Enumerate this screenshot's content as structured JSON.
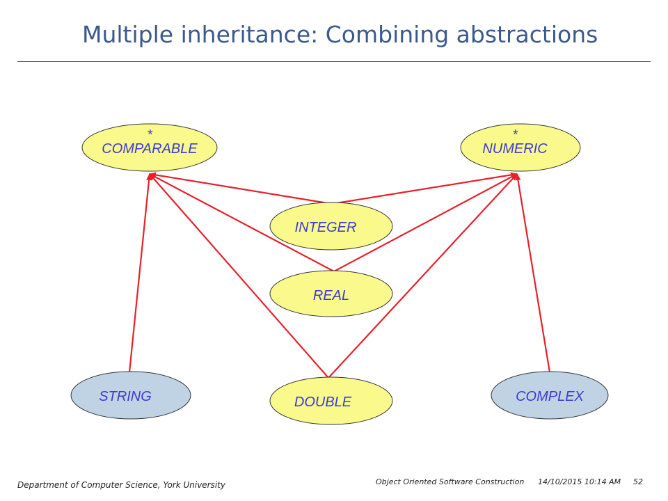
{
  "slide": {
    "title": "Multiple inheritance: Combining abstractions"
  },
  "colors": {
    "title": "#3a5a8c",
    "edge": "#e8202a",
    "label": "#3a3ad0",
    "yellow_fill": "#fafa8c",
    "blue_fill": "#c0d3e5",
    "outline": "#333333"
  },
  "diagram": {
    "nodes": [
      {
        "id": "comparable",
        "label": "COMPARABLE",
        "deferred_mark": "*",
        "fill": "yellow"
      },
      {
        "id": "numeric",
        "label": "NUMERIC",
        "deferred_mark": "*",
        "fill": "yellow"
      },
      {
        "id": "integer",
        "label": "INTEGER",
        "fill": "yellow"
      },
      {
        "id": "real",
        "label": "REAL",
        "fill": "yellow"
      },
      {
        "id": "string",
        "label": "STRING",
        "fill": "blue"
      },
      {
        "id": "double",
        "label": "DOUBLE",
        "fill": "yellow"
      },
      {
        "id": "complex",
        "label": "COMPLEX",
        "fill": "blue"
      }
    ],
    "edges": [
      {
        "from": "integer",
        "to": "comparable"
      },
      {
        "from": "integer",
        "to": "numeric"
      },
      {
        "from": "real",
        "to": "comparable"
      },
      {
        "from": "real",
        "to": "numeric"
      },
      {
        "from": "string",
        "to": "comparable"
      },
      {
        "from": "double",
        "to": "comparable"
      },
      {
        "from": "double",
        "to": "numeric"
      },
      {
        "from": "complex",
        "to": "numeric"
      }
    ]
  },
  "footer": {
    "department": "Department of Computer Science, York University",
    "course": "Object Oriented Software Construction",
    "datetime": "14/10/2015 10:14 AM",
    "page": "52"
  }
}
